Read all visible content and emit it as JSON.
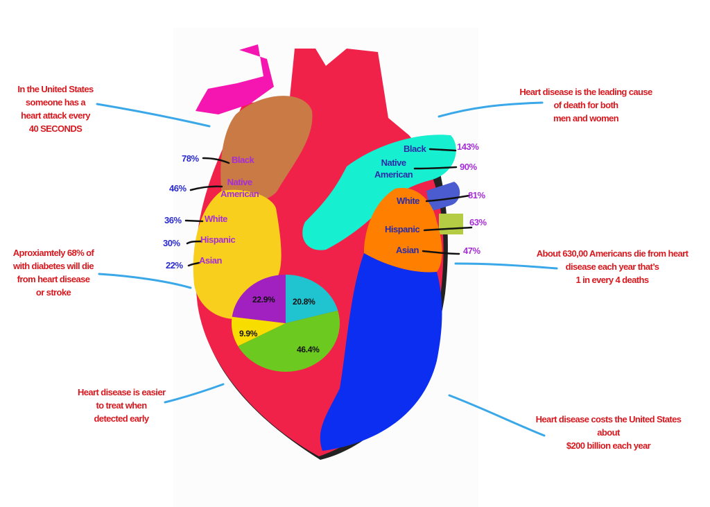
{
  "facts": {
    "attack": [
      "In the United States",
      "someone has a",
      "heart attack every",
      "40 SECONDS"
    ],
    "diabetes": [
      "Aproxiamtely 68% of",
      "with diabetes will die",
      "from heart disease",
      "or stroke"
    ],
    "early": [
      "Heart disease is easier",
      "to treat when",
      "detected early"
    ],
    "leading": [
      "Heart disease is the leading cause",
      "of death for both",
      "men and women"
    ],
    "deaths": [
      "About 630,00 Americans die from heart",
      "disease each year that’s",
      "1 in every 4 deaths"
    ],
    "cost": [
      "Heart disease costs the United States",
      "about",
      "$200 billion each year"
    ]
  },
  "left_groups": [
    {
      "label": "Black",
      "value": "78%"
    },
    {
      "label": "Native American",
      "label_lines": [
        "Native",
        "American"
      ],
      "value": "46%"
    },
    {
      "label": "White",
      "value": "36%"
    },
    {
      "label": "Hispanic",
      "value": "30%"
    },
    {
      "label": "Asian",
      "value": "22%"
    }
  ],
  "right_groups": [
    {
      "label": "Black",
      "value": "143%"
    },
    {
      "label": "Native American",
      "label_lines": [
        "Native",
        "American"
      ],
      "value": "90%"
    },
    {
      "label": "White",
      "value": "81%"
    },
    {
      "label": "Hispanic",
      "value": "63%"
    },
    {
      "label": "Asian",
      "value": "47%"
    }
  ],
  "chart_data": {
    "type": "pie",
    "slices": [
      {
        "label": "20.8%",
        "value": 20.8,
        "color": "#20c4d0"
      },
      {
        "label": "46.4%",
        "value": 46.4,
        "color": "#6cc91f"
      },
      {
        "label": "9.9%",
        "value": 9.9,
        "color": "#f7de00"
      },
      {
        "label": "22.9%",
        "value": 22.9,
        "color": "#a020c0"
      }
    ]
  },
  "colors": {
    "heart": "#f0224a",
    "text_red": "#d7191f",
    "line": "#3aa8e8"
  }
}
